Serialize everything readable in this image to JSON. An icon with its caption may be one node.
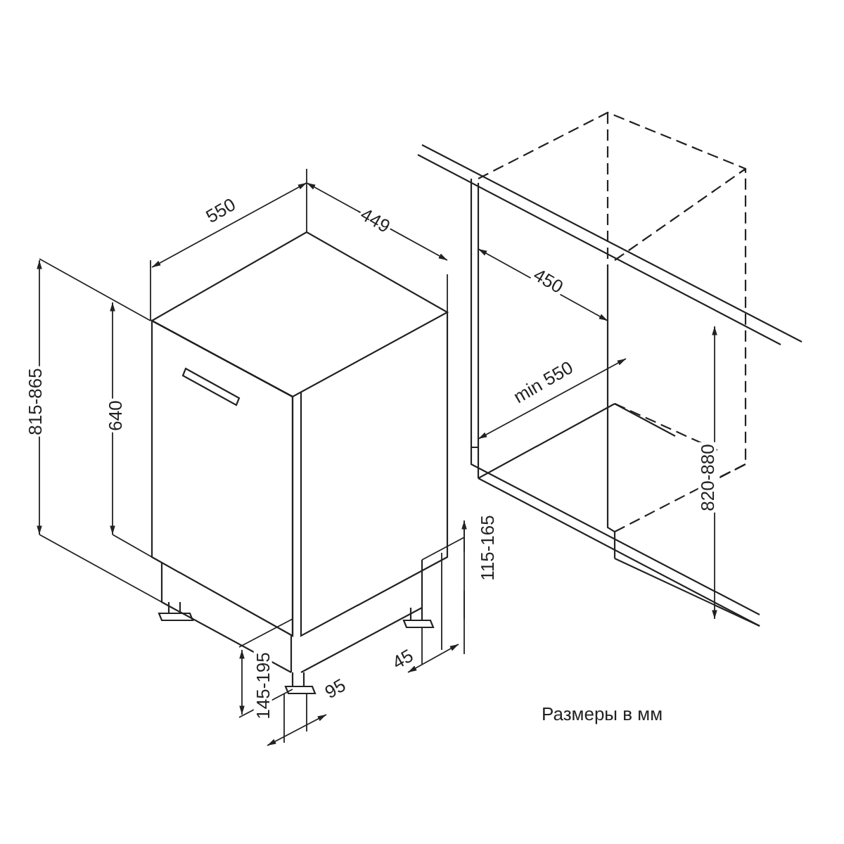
{
  "diagram": {
    "caption": "Размеры в мм",
    "labels": [
      "550",
      "449",
      "450",
      "815-865",
      "640",
      "min 550",
      "820-880",
      "115-165",
      "45",
      "145-195",
      "95"
    ]
  }
}
